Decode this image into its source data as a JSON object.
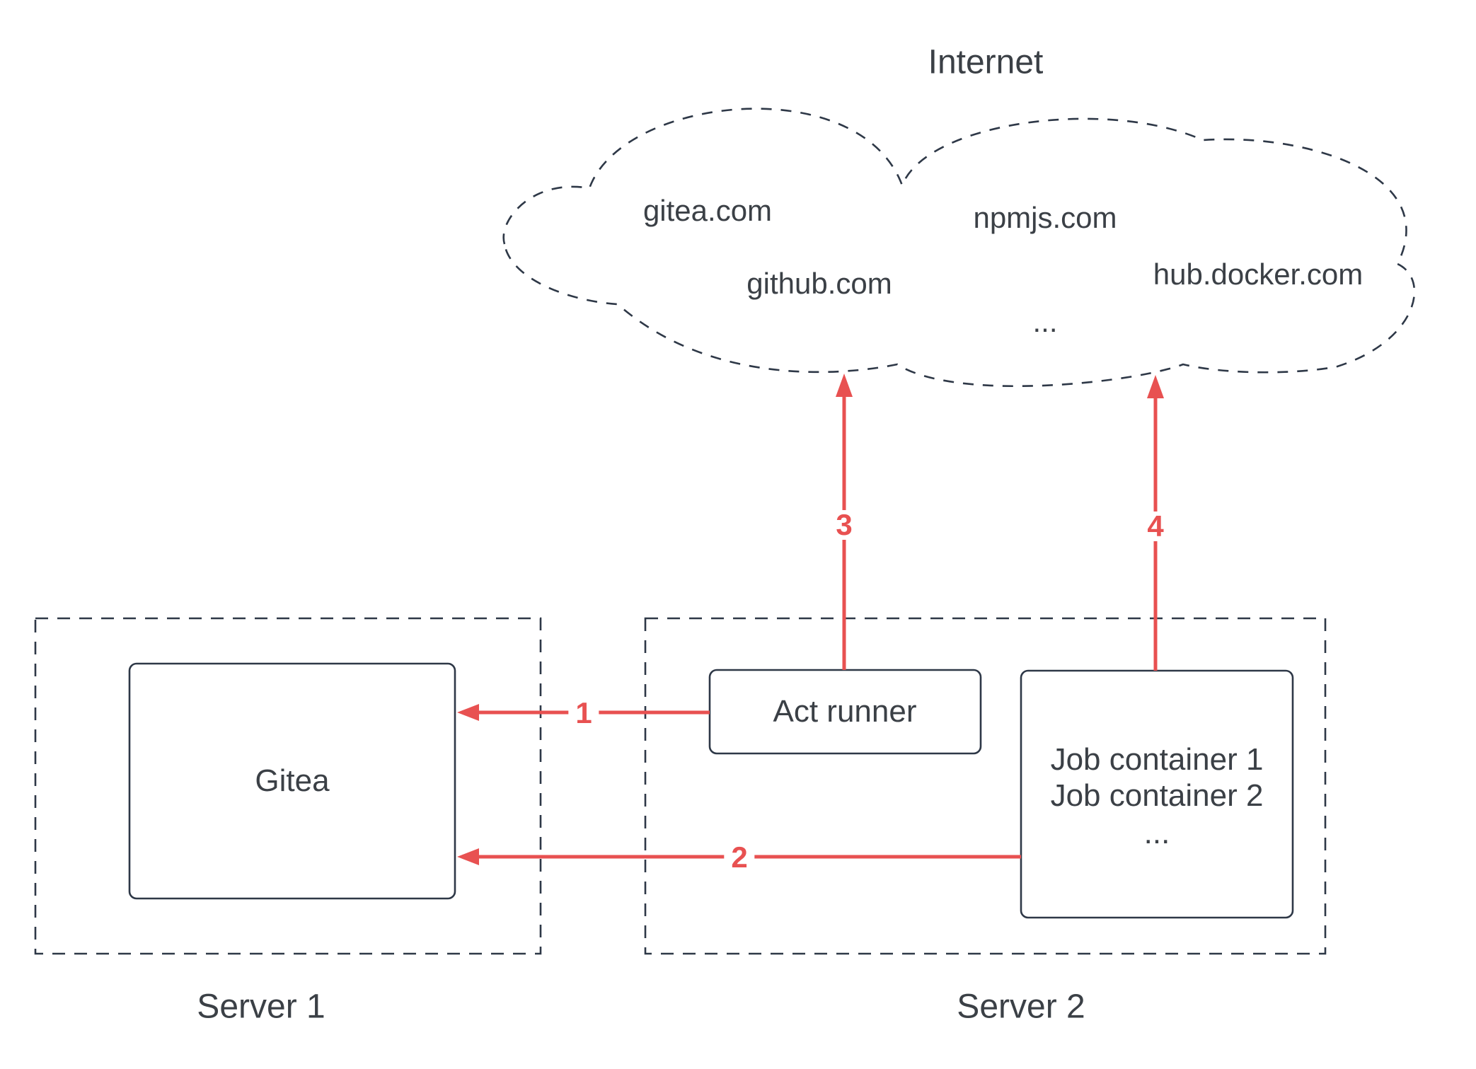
{
  "colors": {
    "red": "#e85151",
    "stroke": "#2e3847",
    "text": "#3b4046"
  },
  "internet": {
    "label": "Internet",
    "sites": {
      "gitea": "gitea.com",
      "github": "github.com",
      "npmjs": "npmjs.com",
      "docker": "hub.docker.com",
      "more": "..."
    }
  },
  "server1": {
    "label": "Server 1",
    "gitea": "Gitea"
  },
  "server2": {
    "label": "Server 2",
    "act_runner": "Act runner",
    "jobs": [
      "Job container 1",
      "Job container 2",
      "..."
    ]
  },
  "arrows": {
    "a1": "1",
    "a2": "2",
    "a3": "3",
    "a4": "4"
  }
}
